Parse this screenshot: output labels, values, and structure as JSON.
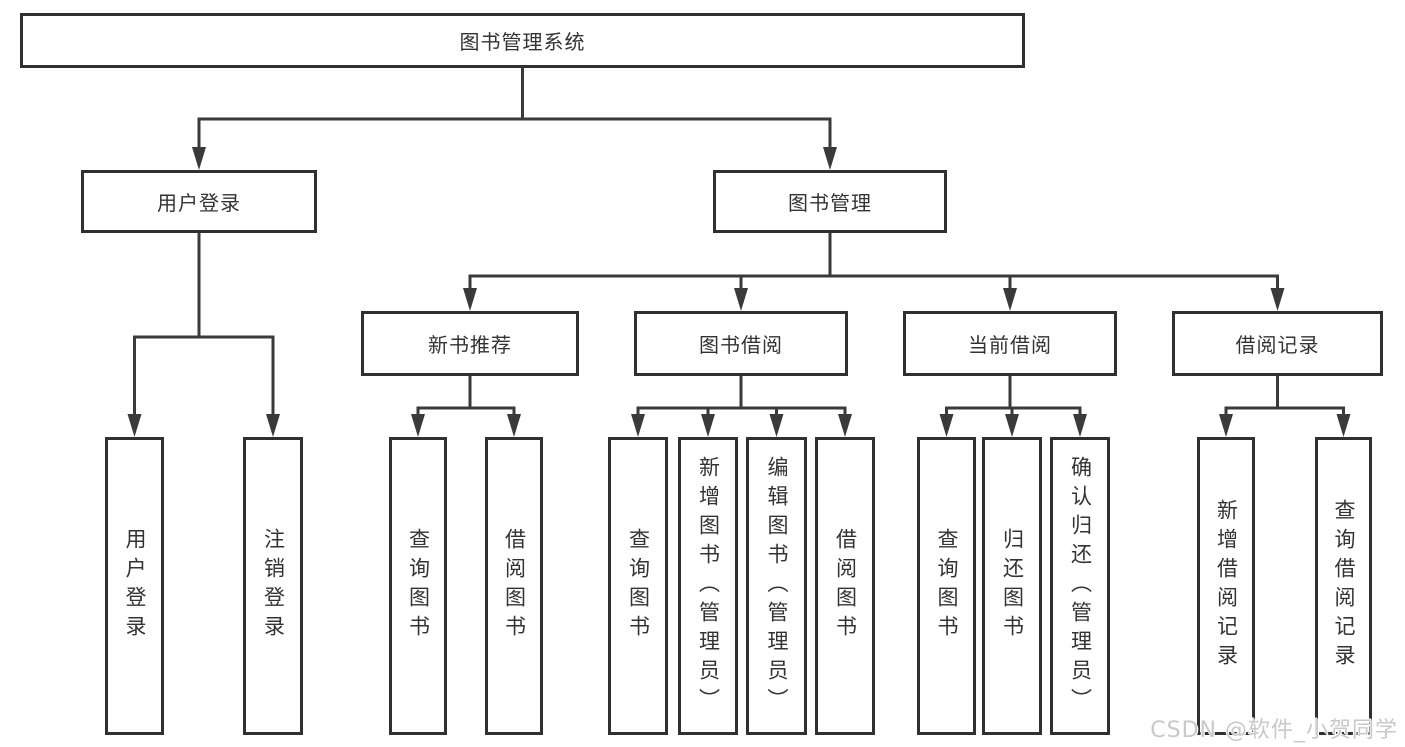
{
  "colors": {
    "background": "#ffffff",
    "box_border": "#303030",
    "connector_line": "#3a3a3a",
    "text": "#333333",
    "watermark_text": "#c9c9c9"
  },
  "watermark": {
    "text": "CSDN @软件_小贺同学"
  },
  "diagram": {
    "root": {
      "label": "图书管理系统"
    },
    "branches": [
      {
        "label": "用户登录",
        "children": [
          {
            "label": "用户登录"
          },
          {
            "label": "注销登录"
          }
        ]
      },
      {
        "label": "图书管理",
        "children": [
          {
            "label": "新书推荐",
            "children": [
              {
                "label": "查询图书"
              },
              {
                "label": "借阅图书"
              }
            ]
          },
          {
            "label": "图书借阅",
            "children": [
              {
                "label": "查询图书"
              },
              {
                "label": "新增图书（管理员）"
              },
              {
                "label": "编辑图书（管理员）"
              },
              {
                "label": "借阅图书"
              }
            ]
          },
          {
            "label": "当前借阅",
            "children": [
              {
                "label": "查询图书"
              },
              {
                "label": "归还图书"
              },
              {
                "label": "确认归还（管理员）"
              }
            ]
          },
          {
            "label": "借阅记录",
            "children": [
              {
                "label": "新增借阅记录"
              },
              {
                "label": "查询借阅记录"
              }
            ]
          }
        ]
      }
    ]
  }
}
